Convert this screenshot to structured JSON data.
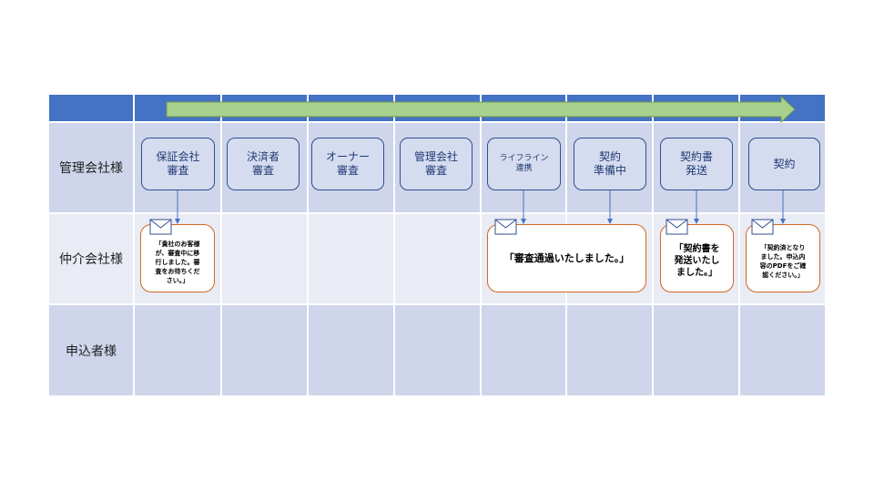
{
  "lanes": [
    {
      "label": "管理会社様"
    },
    {
      "label": "仲介会社様"
    },
    {
      "label": "申込者様"
    }
  ],
  "steps": [
    {
      "label": "保証会社\n審査"
    },
    {
      "label": "決済者\n審査"
    },
    {
      "label": "オーナー\n審査"
    },
    {
      "label": "管理会社\n審査"
    },
    {
      "label": "ライフライン\n連携"
    },
    {
      "label": "契約\n準備中"
    },
    {
      "label": "契約書\n発送"
    },
    {
      "label": "契約"
    }
  ],
  "notes": [
    {
      "text": "「貴社のお客様\nが、審査中に移\n行しました。審\n査をお待ちくだ\nさい。」"
    },
    {
      "text": "「審査通過いたしました。」"
    },
    {
      "text": "「契約書を\n発送いたし\nました。」"
    },
    {
      "text": "「契約済となり\nました。申込内\n容のPDFをご確\n認ください。」"
    }
  ],
  "icons": {
    "mail": "envelope-icon",
    "progress": "progress-arrow"
  },
  "colors": {
    "header": "#4472c4",
    "arrow": "#a9d18e",
    "note_border": "#d2691e",
    "step_border": "#2f4f8f"
  }
}
